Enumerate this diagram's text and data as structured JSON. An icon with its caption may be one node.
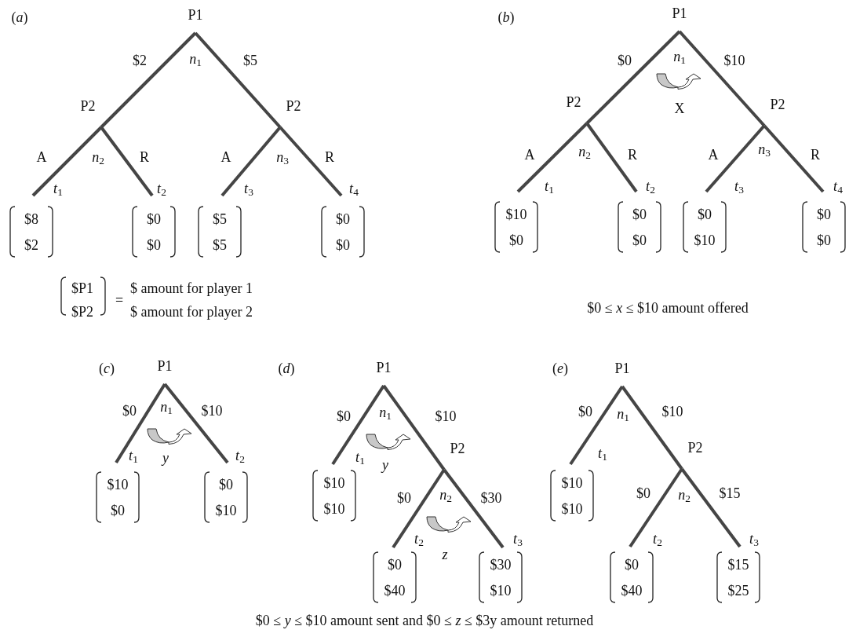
{
  "diagram": {
    "nodes": [
      {
        "text": [
          "P1"
        ],
        "beside": [
          "*n*$_{1}$"
        ]
      },
      {
        "text": [
          "P2"
        ],
        "beside": [
          "*n*$_{2}$"
        ]
      },
      {
        "text": [
          "P2"
        ],
        "beside": [
          "*n*$_{3}$"
        ]
      },
      {
        "text": [
          "$8",
          "$2"
        ],
        "beside": [
          "*t*$_{1}$"
        ]
      },
      {
        "text": [
          "$0",
          "$0"
        ],
        "beside": [
          "*t*$_{2}$"
        ]
      },
      {
        "text": [
          "$5",
          "$5"
        ],
        "beside": [
          "*t*$_{3}$"
        ]
      },
      {
        "text": [
          "$0",
          "$0"
        ],
        "beside": [
          "*t*$_{4}$"
        ]
      },
      {
        "text": [
          "P1"
        ],
        "beside": [
          "*n*$_{1}$"
        ]
      },
      {
        "text": [
          "P2"
        ],
        "beside": [
          "*n*$_{2}$"
        ]
      },
      {
        "text": [
          "P2"
        ],
        "beside": [
          "*n*$_{3}$"
        ]
      },
      {
        "text": [
          "$10",
          "$0"
        ],
        "beside": [
          "*t*$_{1}$"
        ]
      },
      {
        "text": [
          "$0",
          "$0"
        ],
        "beside": [
          "*t*$_{2}$"
        ]
      },
      {
        "text": [
          "$0",
          "$10"
        ],
        "beside": [
          "*t*$_{3}$"
        ]
      },
      {
        "text": [
          "$0",
          "$0"
        ],
        "beside": [
          "*t*$_{4}$"
        ]
      },
      {
        "text": [
          "P1"
        ],
        "beside": [
          "*n*$_{1}$"
        ]
      },
      {
        "text": [
          "$10",
          "$0"
        ],
        "beside": [
          "*t*$_{1}$"
        ]
      },
      {
        "text": [
          "$0",
          "$10"
        ],
        "beside": [
          "*t*$_{2}$"
        ]
      },
      {
        "text": [
          "P1"
        ],
        "beside": [
          "*n*$_{1}$"
        ]
      },
      {
        "text": [
          "P2"
        ],
        "beside": [
          "*n*$_{2}$"
        ]
      },
      {
        "text": [
          "$10",
          "$10"
        ],
        "beside": [
          "*t*$_{1}$"
        ]
      },
      {
        "text": [
          "$0",
          "$40"
        ],
        "beside": [
          "*t*$_{2}$"
        ]
      },
      {
        "text": [
          "$30",
          "$10"
        ],
        "beside": [
          "*t*$_{3}$"
        ]
      },
      {
        "text": [
          "P1"
        ],
        "beside": [
          "*n*$_{1}$"
        ]
      },
      {
        "text": [
          "P2"
        ],
        "beside": [
          "*n*$_{2}$"
        ]
      },
      {
        "text": [
          "$10",
          "$10"
        ],
        "beside": [
          "*t*$_{1}$"
        ]
      },
      {
        "text": [
          "$0",
          "$40"
        ],
        "beside": [
          "*t*$_{2}$"
        ]
      },
      {
        "text": [
          "$15",
          "$25"
        ],
        "beside": [
          "*t*$_{3}$"
        ]
      }
    ],
    "edges": [
      {
        "from": 0,
        "to": 1,
        "arrow": "none",
        "label": "$2"
      },
      {
        "from": 0,
        "to": 2,
        "arrow": "none",
        "label": "$5"
      },
      {
        "from": 1,
        "to": 3,
        "arrow": "none",
        "label": "A"
      },
      {
        "from": 1,
        "to": 4,
        "arrow": "none",
        "label": "R"
      },
      {
        "from": 2,
        "to": 5,
        "arrow": "none",
        "label": "A"
      },
      {
        "from": 2,
        "to": 6,
        "arrow": "none",
        "label": "R"
      },
      {
        "from": 7,
        "to": 8,
        "arrow": "none",
        "label": "$0"
      },
      {
        "from": 7,
        "to": 9,
        "arrow": "none",
        "label": "$10"
      },
      {
        "from": 8,
        "to": 10,
        "arrow": "none",
        "label": "A"
      },
      {
        "from": 8,
        "to": 11,
        "arrow": "none",
        "label": "R"
      },
      {
        "from": 9,
        "to": 12,
        "arrow": "none",
        "label": "A"
      },
      {
        "from": 9,
        "to": 13,
        "arrow": "none",
        "label": "R"
      },
      {
        "from": 14,
        "to": 15,
        "arrow": "none",
        "label": "$0"
      },
      {
        "from": 14,
        "to": 16,
        "arrow": "none",
        "label": "$10"
      },
      {
        "from": 17,
        "to": 19,
        "arrow": "none",
        "label": "$0"
      },
      {
        "from": 17,
        "to": 18,
        "arrow": "none",
        "label": "$10"
      },
      {
        "from": 18,
        "to": 20,
        "arrow": "none",
        "label": "$0"
      },
      {
        "from": 18,
        "to": 21,
        "arrow": "none",
        "label": "$30"
      },
      {
        "from": 22,
        "to": 24,
        "arrow": "none",
        "label": "$0"
      },
      {
        "from": 22,
        "to": 23,
        "arrow": "none",
        "label": "$10"
      },
      {
        "from": 23,
        "to": 25,
        "arrow": "none",
        "label": "$0"
      },
      {
        "from": 23,
        "to": 26,
        "arrow": "none",
        "label": "$15"
      }
    ],
    "labels": [
      "(*a*)",
      "(*b*)",
      "X",
      "$P1",
      "=",
      "$ amount for player 1",
      "$P2",
      "$ amount for player 2",
      "$0 ≤ *x* ≤ $10 amount offered",
      "(*c*)",
      "(*d*)",
      "(*e*)",
      "*y*",
      "*y*",
      "*z*",
      "$0 ≤ *y* ≤ $10 amount sent and $0 ≤ *z* ≤ $3y amount returned"
    ]
  }
}
